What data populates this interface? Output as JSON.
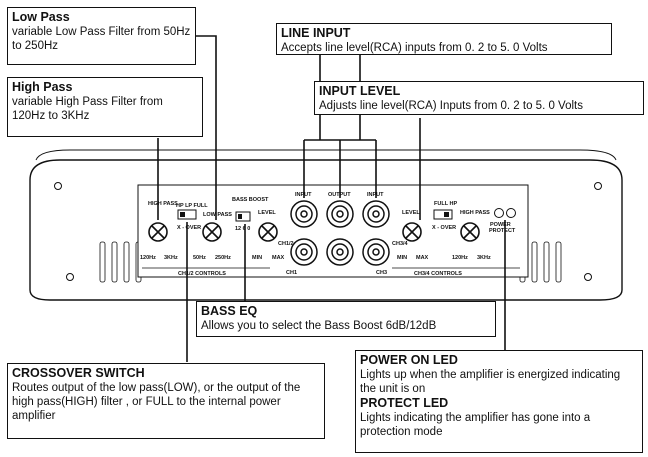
{
  "callouts": {
    "low_pass": {
      "title": "Low Pass",
      "body": "variable Low Pass Filter from 50Hz to 250Hz"
    },
    "high_pass": {
      "title": "High Pass",
      "body": "variable High Pass Filter from 120Hz to 3KHz"
    },
    "line_input": {
      "title": "LINE INPUT",
      "body": "Accepts line level(RCA) inputs from 0. 2 to 5. 0 Volts"
    },
    "input_level": {
      "title": "INPUT LEVEL",
      "body": "Adjusts line level(RCA) Inputs from 0. 2 to 5. 0 Volts"
    },
    "bass_eq": {
      "title": "BASS EQ",
      "body": "Allows you to select the Bass Boost 6dB/12dB"
    },
    "crossover": {
      "title": "CROSSOVER SWITCH",
      "body": "Routes output of the low pass(LOW), or the output of the high pass(HIGH) filter , or FULL to the internal power amplifier"
    },
    "power_led": {
      "title": "POWER ON LED",
      "body": "Lights up when the amplifier is energized indicating the unit is on"
    },
    "protect_led": {
      "title": "PROTECT LED",
      "body": "Lights indicating the amplifier has gone into a protection mode"
    }
  },
  "panel": {
    "high_pass": "HIGH PASS",
    "switch_top": "HP LP FULL",
    "x_over": "X - OVER",
    "low_pass": "LOW PASS",
    "bass_boost": "BASS BOOST",
    "boost_vals": "12 6 0",
    "level": "LEVEL",
    "ch12": "CH1/2",
    "input_l": "INPUT",
    "output": "OUTPUT",
    "input_r": "INPUT",
    "level_r": "LEVEL",
    "ch34": "CH3/4",
    "full_hp": "FULL HP",
    "x_over_r": "X - OVER",
    "high_pass_r": "HIGH PASS",
    "power": "POWER",
    "protect": "PROTECT",
    "hz120": "120Hz",
    "khz3": "3KHz",
    "hz50": "50Hz",
    "hz250": "250Hz",
    "min": "MIN",
    "max": "MAX",
    "min_r": "MIN",
    "max_r": "MAX",
    "hz120_r": "120Hz",
    "khz3_r": "3KHz",
    "ch1": "CH1",
    "ch3": "CH3",
    "ch12_controls": "CH1/2 CONTROLS",
    "ch34_controls": "CH3/4 CONTROLS"
  }
}
